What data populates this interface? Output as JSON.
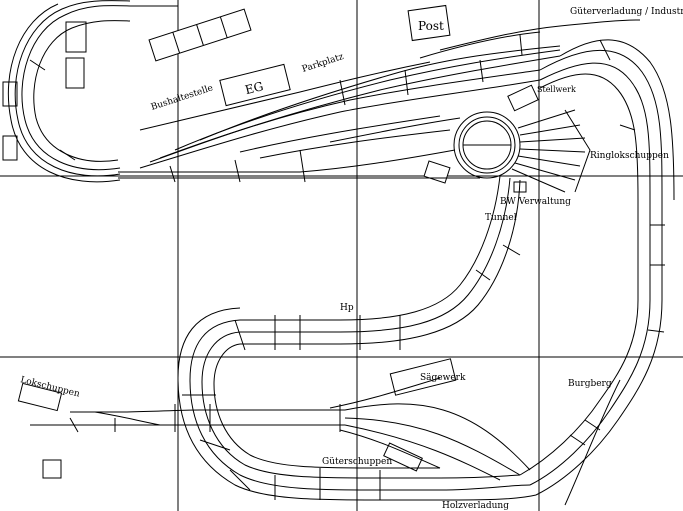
{
  "labels": {
    "gueterverladung": "Güterverladung / Industrie",
    "post": "Post",
    "eg": "EG",
    "parkplatz": "Parkplatz",
    "bushaltestelle": "Bushaltestelle",
    "stellwerk": "Stellwerk",
    "ringlokschuppen": "Ringlokschuppen",
    "bw_verwaltung": "BW Verwaltung",
    "tunnel": "Tunnel",
    "hp": "Hp",
    "lokschuppen": "Lokschuppen",
    "saegewerk": "Sägewerk",
    "burgberg": "Burgberg",
    "gueterschuppen": "Güterschuppen",
    "holzverladung": "Holzverladung"
  },
  "colors": {
    "line": "#000000",
    "background": "#ffffff"
  }
}
